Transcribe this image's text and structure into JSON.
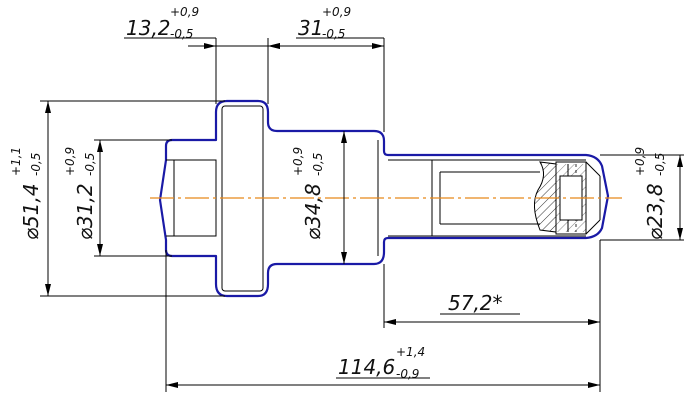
{
  "colors": {
    "outline": "#1a1aa6",
    "axis": "#e8891a",
    "line": "#000000"
  },
  "dimensions": {
    "d1": {
      "main": "13,2",
      "upper": "+0,9",
      "lower": "-0,5"
    },
    "d2": {
      "main": "31",
      "upper": "+0,9",
      "lower": "-0,5"
    },
    "d3": {
      "main": "⌀51,4",
      "upper": "+1,1",
      "lower": "-0,5"
    },
    "d4": {
      "main": "⌀31,2",
      "upper": "+0,9",
      "lower": "-0,5"
    },
    "d5": {
      "main": "⌀34,8",
      "upper": "+0,9",
      "lower": "-0,5"
    },
    "d6": {
      "main": "⌀23,8",
      "upper": "+0,9",
      "lower": "-0,5"
    },
    "d7": {
      "main": "57,2*"
    },
    "d8": {
      "main": "114,6",
      "upper": "+1,4",
      "lower": "-0,9"
    }
  }
}
